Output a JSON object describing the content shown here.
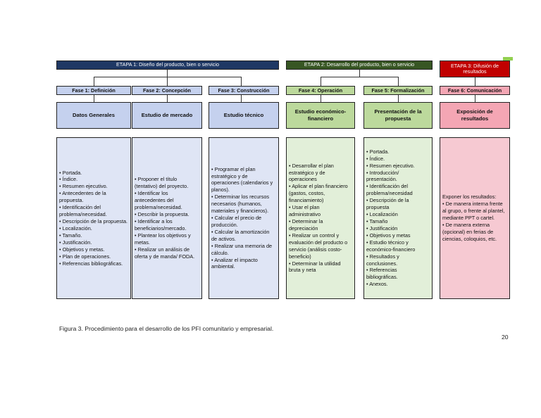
{
  "stages": [
    {
      "label": "ETAPA 1: Diseño del producto, bien o servicio",
      "color": "#1f3864"
    },
    {
      "label": "ETAPA 2: Desarrollo del producto, bien o servicio",
      "color": "#375623"
    },
    {
      "label": "ETAPA 3: Difusión de resultados",
      "color": "#c00000"
    }
  ],
  "phases": [
    {
      "label": "Fase 1: Definición",
      "title": "Datos Generales",
      "items": [
        "Portada.",
        "Índice.",
        "Resumen ejecutivo.",
        "Antecedentes de la propuesta.",
        "Identificación del problema/necesidad.",
        "Descripción de la propuesta.",
        "Localización.",
        "Tamaño.",
        "Justificación.",
        "Objetivos y metas.",
        "Plan de operaciones.",
        "Referencias bibliográficas."
      ]
    },
    {
      "label": "Fase 2: Concepción",
      "title": "Estudio de mercado",
      "items": [
        "Proponer el título (tentativo) del proyecto.",
        "Identificar los antecedentes del problema/necesidad.",
        "Describir la propuesta.",
        "Identificar a los beneficiarios/mercado.",
        "Plantear los objetivos y metas.",
        "Realizar un análisis de oferta y de manda/ FODA."
      ]
    },
    {
      "label": "Fase 3: Construcción",
      "title": "Estudio técnico",
      "items": [
        "Programar el plan estratégico y de operaciones (calendarios y planos).",
        "Determinar los recursos necesarios (humanos, materiales y financieros).",
        "Calcular el precio de producción.",
        "Calcular la amortización de activos.",
        "Realizar una memoria de cálculo.",
        "Analizar el impacto ambiental."
      ]
    },
    {
      "label": "Fase 4: Operación",
      "title": "Estudio económico-financiero",
      "items": [
        "Desarrollar el plan estratégico y de operaciones",
        "Aplicar el plan financiero (gastos, costos, financiamiento)",
        "Usar el plan administrativo",
        "Determinar la depreciación",
        "Realizar un control y evaluación del producto o servicio (análisis costo-beneficio)",
        "Determinar la utilidad bruta y neta"
      ]
    },
    {
      "label": "Fase 5: Formalización",
      "title": "Presentación de la propuesta",
      "items": [
        "Portada.",
        "Índice.",
        "Resumen ejecutivo.",
        "Introducción/ presentación.",
        "Identificación del problema/necesidad",
        "Descripción de la propuesta",
        "Localización",
        "Tamaño",
        "Justificación",
        "Objetivos y metas",
        "Estudio técnico y económico-financiero",
        "Resultados y conclusiones.",
        "Referencias bibliográficas.",
        "Anexos."
      ]
    },
    {
      "label": "Fase 6: Comunicación",
      "title": "Exposición de resultados",
      "intro": "Exponer los resultados:",
      "items": [
        "De manera interna frente al grupo, o frente al plantel, mediante PPT o cartel.",
        "De manera externa (opcional) en ferias de ciencias, coloquios, etc."
      ]
    }
  ],
  "caption": "Figura 3. Procedimiento para el desarrollo de los PFI comunitario y empresarial.",
  "page_number": "20"
}
